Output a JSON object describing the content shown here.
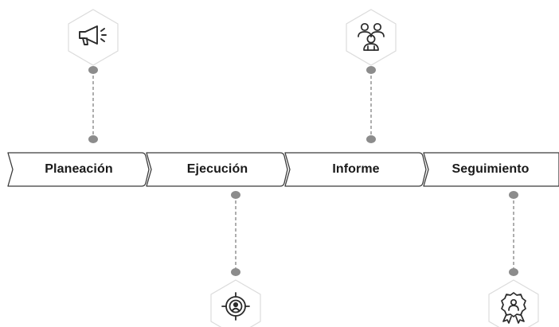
{
  "stages": [
    {
      "label": "Planeación",
      "icon": "megaphone-icon"
    },
    {
      "label": "Ejecución",
      "icon": "target-person-icon"
    },
    {
      "label": "Informe",
      "icon": "team-group-icon"
    },
    {
      "label": "Seguimiento",
      "icon": "award-badge-icon"
    }
  ],
  "colors": {
    "outline": "#3a3a3a",
    "connector": "#8c8c8c",
    "dot": "#8c8c8c",
    "hexagon_border": "#dcdcdc",
    "icon": "#2b2b2b"
  }
}
